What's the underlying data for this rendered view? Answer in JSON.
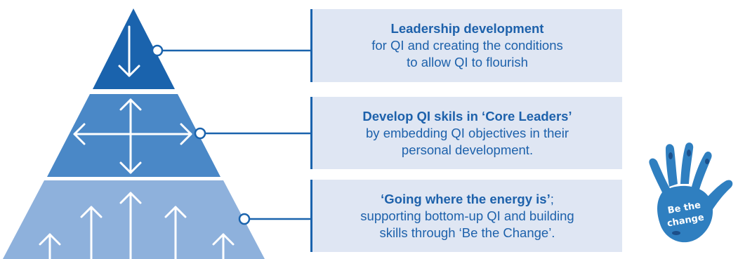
{
  "tiers": [
    {
      "heading": "Leadership development",
      "line1": "for QI and creating the conditions",
      "line2": "to allow QI to flourish",
      "color": "#1a63ad"
    },
    {
      "heading": "Develop QI skils in ‘Core Leaders’",
      "line1": "by embedding QI objectives in their",
      "line2": "personal development.",
      "color": "#4a88c7"
    },
    {
      "heading": "‘Going where the energy is’",
      "heading_suffix": ";",
      "line1": "supporting bottom-up QI and building",
      "line2": "skills through ‘Be the Change’.",
      "color": "#8eb1dc"
    }
  ],
  "logo": {
    "icon": "handprint-icon",
    "line1": "Be the",
    "line2": "change",
    "color": "#2f7fc0"
  },
  "colors": {
    "panel_background": "#dfe6f3",
    "connector": "#1a63ad",
    "text": "#1d61ab"
  }
}
